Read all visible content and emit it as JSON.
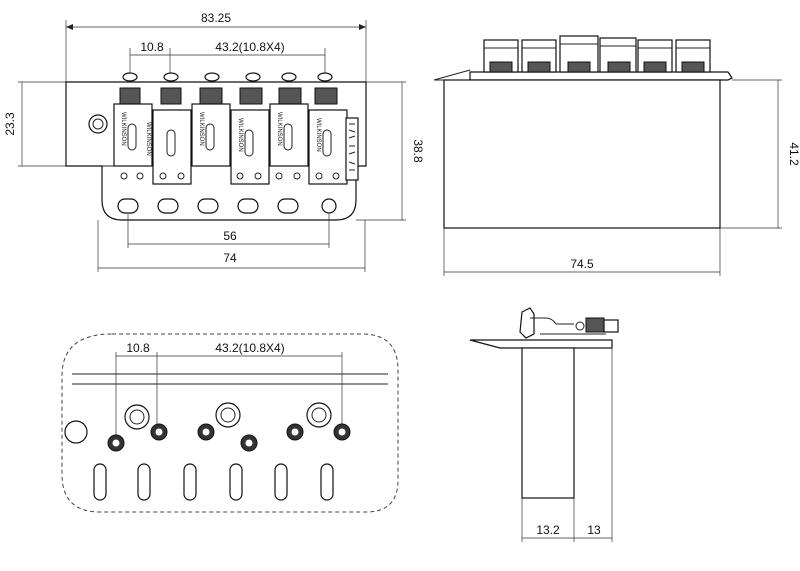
{
  "top_view": {
    "overall_width": "83.25",
    "string_spacing": "10.8",
    "string_span": "43.2(10.8X4)",
    "height_left": "23.3",
    "height_right": "38.8",
    "screw_spacing": "56",
    "base_width": "74",
    "saddle_brand": "WILKINSON"
  },
  "side_view": {
    "block_width": "74.5",
    "block_height": "41.2"
  },
  "mount_view": {
    "string_spacing": "10.8",
    "string_span": "43.2(10.8X4)"
  },
  "profile_view": {
    "block_depth": "13.2",
    "offset": "13"
  }
}
